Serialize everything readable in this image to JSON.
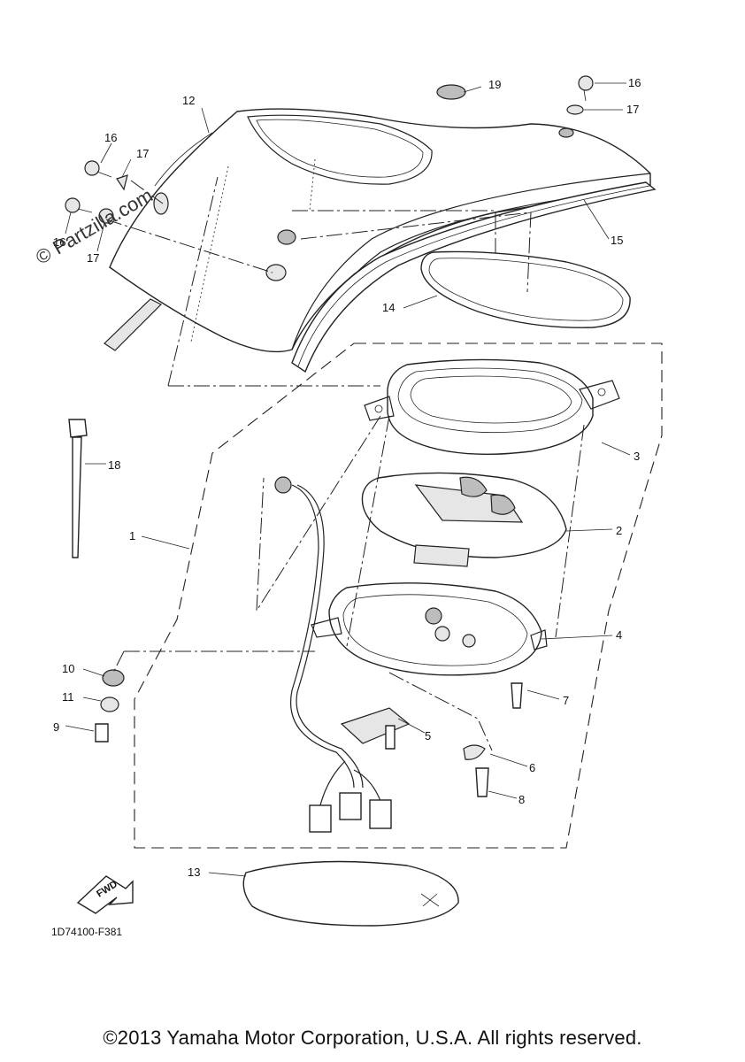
{
  "callouts": [
    {
      "id": "1",
      "label": "1"
    },
    {
      "id": "2",
      "label": "2"
    },
    {
      "id": "3",
      "label": "3"
    },
    {
      "id": "4",
      "label": "4"
    },
    {
      "id": "5",
      "label": "5"
    },
    {
      "id": "6",
      "label": "6"
    },
    {
      "id": "7",
      "label": "7"
    },
    {
      "id": "8",
      "label": "8"
    },
    {
      "id": "9",
      "label": "9"
    },
    {
      "id": "10",
      "label": "10"
    },
    {
      "id": "11",
      "label": "11"
    },
    {
      "id": "12",
      "label": "12"
    },
    {
      "id": "13",
      "label": "13"
    },
    {
      "id": "14",
      "label": "14"
    },
    {
      "id": "15",
      "label": "15"
    },
    {
      "id": "16a",
      "label": "16"
    },
    {
      "id": "16b",
      "label": "16"
    },
    {
      "id": "16c",
      "label": "16"
    },
    {
      "id": "17a",
      "label": "17"
    },
    {
      "id": "17b",
      "label": "17"
    },
    {
      "id": "17c",
      "label": "17"
    },
    {
      "id": "18",
      "label": "18"
    },
    {
      "id": "19",
      "label": "19"
    }
  ],
  "fwd_label": "FWD",
  "ref_code": "1D74100-F381",
  "watermark": "© Partzilla.com",
  "copyright": "©2013 Yamaha Motor Corporation, U.S.A. All rights reserved."
}
